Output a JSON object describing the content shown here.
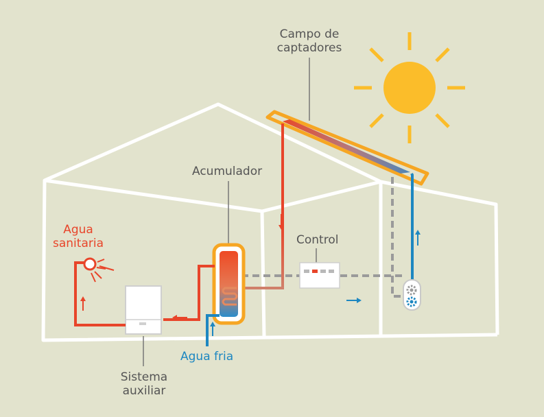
{
  "labels": {
    "campo_de_captadores": [
      "Campo de",
      "captadores"
    ],
    "acumulador": "Acumulador",
    "control": "Control",
    "agua_sanitaria": [
      "Agua",
      "sanitaria"
    ],
    "agua_fria": "Agua fria",
    "sistema_auxiliar": [
      "Sistema",
      "auxiliar"
    ]
  },
  "colors": {
    "background": "#e2e3cd",
    "house_outline": "#ffffff",
    "hot_pipe": "#e8452a",
    "cold_pipe": "#1d87c1",
    "sun": "#fbbd2a",
    "collector_frame": "#f6a623",
    "control_line": "#9a9a9a",
    "label_text": "#555555"
  },
  "icons": [
    "sun-icon",
    "shower-icon",
    "gear-icon"
  ]
}
